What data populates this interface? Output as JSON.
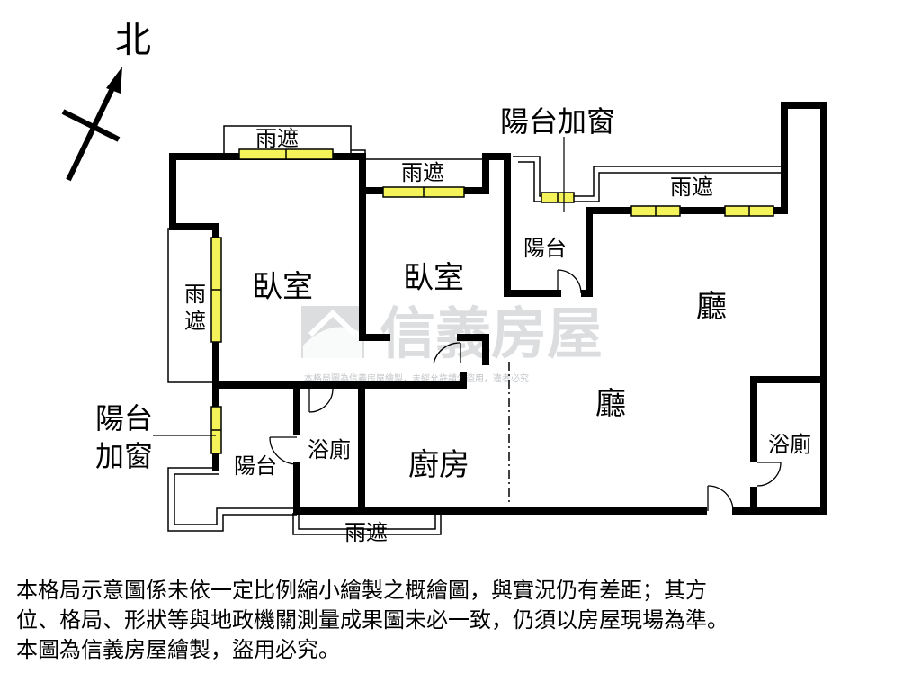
{
  "compass": {
    "north_label": "北"
  },
  "rooms": {
    "bedroom_left": "臥室",
    "bedroom_middle": "臥室",
    "living_upper": "廳",
    "living_lower": "廳",
    "kitchen": "廚房",
    "bathroom_left": "浴廁",
    "bathroom_right": "浴廁",
    "balcony_top": "陽台",
    "balcony_left": "陽台"
  },
  "annotations": {
    "awning": "雨遮",
    "balcony_window_line1": "陽台",
    "balcony_window_line2": "加窗",
    "balcony_window_top": "陽台加窗"
  },
  "watermark": {
    "brand": "信義房屋",
    "notice": "本格局圖為信義房屋繪製，未經允許請勿盜用，違者必究"
  },
  "disclaimer": [
    "本格局示意圖係未依一定比例縮小繪製之概繪圖，與實況仍有差距；其方",
    "位、格局、形狀等與地政機關測量成果圖未必一致，仍須以房屋現場為準。",
    "本圖為信義房屋繪製，盜用必究。"
  ]
}
